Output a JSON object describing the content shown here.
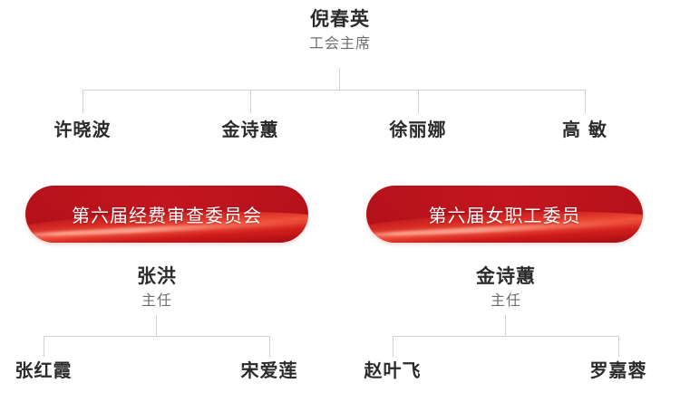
{
  "chart_data": {
    "type": "diagram",
    "title": "",
    "layout": "org-chart",
    "orientation": "top-down"
  },
  "theme": {
    "banner_red_dark": "#9d0d16",
    "banner_red": "#b2101a",
    "banner_red_light": "#ec3c2a",
    "name_color": "#2b2b2b",
    "title_color": "#6e6e6e",
    "line_color": "#d2d2d2",
    "background": "#ffffff"
  },
  "root": {
    "name": "倪春英",
    "title": "工会主席"
  },
  "level2": [
    {
      "name": "许晓波"
    },
    {
      "name": "金诗蕙"
    },
    {
      "name": "徐丽娜"
    },
    {
      "name": "高 敏"
    }
  ],
  "committees": [
    {
      "banner": "第六届经费审查委员会",
      "head": {
        "name": "张洪",
        "title": "主任"
      },
      "members": [
        {
          "name": "张红霞"
        },
        {
          "name": "宋爱莲"
        }
      ]
    },
    {
      "banner": "第六届女职工委员",
      "head": {
        "name": "金诗蕙",
        "title": "主任"
      },
      "members": [
        {
          "name": "赵叶飞"
        },
        {
          "name": "罗嘉蓉"
        }
      ]
    }
  ]
}
